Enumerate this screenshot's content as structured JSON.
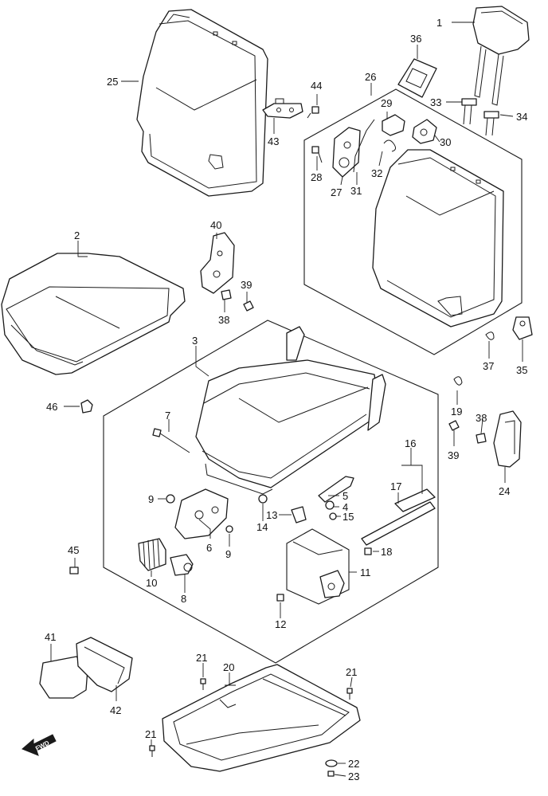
{
  "diagram": {
    "callouts": [
      {
        "id": "c1",
        "label": "1"
      },
      {
        "id": "c2",
        "label": "2"
      },
      {
        "id": "c3",
        "label": "3"
      },
      {
        "id": "c4",
        "label": "4"
      },
      {
        "id": "c5",
        "label": "5"
      },
      {
        "id": "c6",
        "label": "6"
      },
      {
        "id": "c7",
        "label": "7"
      },
      {
        "id": "c8",
        "label": "8"
      },
      {
        "id": "c9a",
        "label": "9"
      },
      {
        "id": "c9b",
        "label": "9"
      },
      {
        "id": "c10",
        "label": "10"
      },
      {
        "id": "c11",
        "label": "11"
      },
      {
        "id": "c12",
        "label": "12"
      },
      {
        "id": "c13",
        "label": "13"
      },
      {
        "id": "c14",
        "label": "14"
      },
      {
        "id": "c15",
        "label": "15"
      },
      {
        "id": "c16",
        "label": "16"
      },
      {
        "id": "c17",
        "label": "17"
      },
      {
        "id": "c18",
        "label": "18"
      },
      {
        "id": "c19",
        "label": "19"
      },
      {
        "id": "c20",
        "label": "20"
      },
      {
        "id": "c21a",
        "label": "21"
      },
      {
        "id": "c21b",
        "label": "21"
      },
      {
        "id": "c21c",
        "label": "21"
      },
      {
        "id": "c22",
        "label": "22"
      },
      {
        "id": "c23",
        "label": "23"
      },
      {
        "id": "c24",
        "label": "24"
      },
      {
        "id": "c25",
        "label": "25"
      },
      {
        "id": "c26",
        "label": "26"
      },
      {
        "id": "c27",
        "label": "27"
      },
      {
        "id": "c28",
        "label": "28"
      },
      {
        "id": "c29",
        "label": "29"
      },
      {
        "id": "c30",
        "label": "30"
      },
      {
        "id": "c31",
        "label": "31"
      },
      {
        "id": "c32",
        "label": "32"
      },
      {
        "id": "c33",
        "label": "33"
      },
      {
        "id": "c34",
        "label": "34"
      },
      {
        "id": "c35",
        "label": "35"
      },
      {
        "id": "c36",
        "label": "36"
      },
      {
        "id": "c37",
        "label": "37"
      },
      {
        "id": "c38a",
        "label": "38"
      },
      {
        "id": "c38b",
        "label": "38"
      },
      {
        "id": "c39a",
        "label": "39"
      },
      {
        "id": "c39b",
        "label": "39"
      },
      {
        "id": "c40",
        "label": "40"
      },
      {
        "id": "c41",
        "label": "41"
      },
      {
        "id": "c42",
        "label": "42"
      },
      {
        "id": "c43",
        "label": "43"
      },
      {
        "id": "c44",
        "label": "44"
      },
      {
        "id": "c45",
        "label": "45"
      },
      {
        "id": "c46",
        "label": "46"
      }
    ],
    "fwd_label": "FWD",
    "icons": {
      "forward_arrow": "fwd-arrow-icon"
    }
  }
}
